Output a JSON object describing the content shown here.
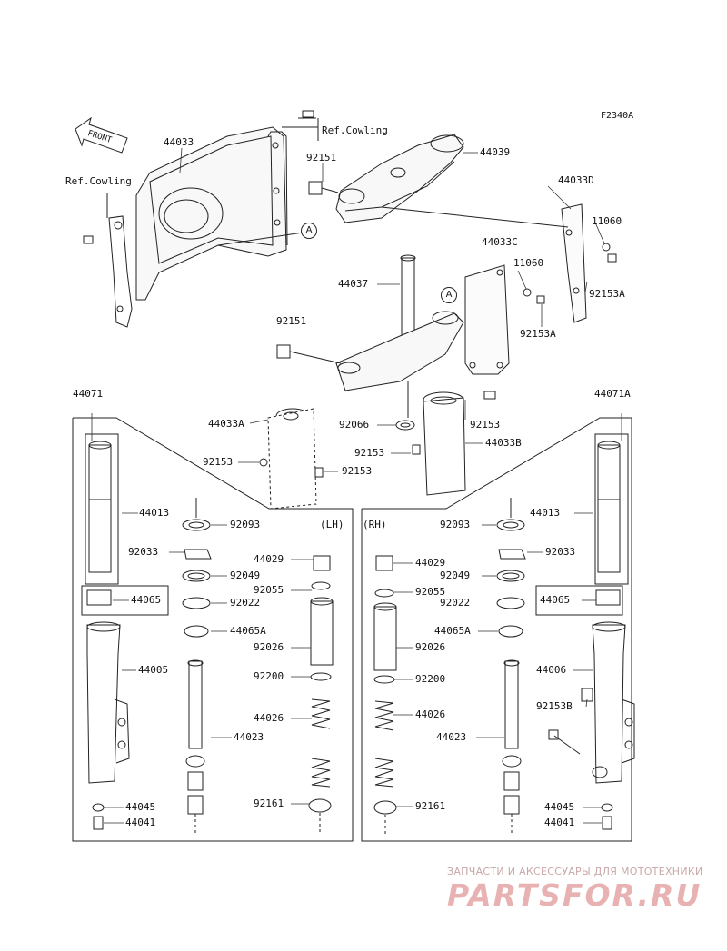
{
  "figure_code": "F2340A",
  "front_label": "FRONT",
  "ref_cowling_1": "Ref.Cowling",
  "ref_cowling_2": "Ref.Cowling",
  "ref_mark": "A",
  "side_lh": "(LH)",
  "side_rh": "(RH)",
  "parts": {
    "p44033": "44033",
    "p92151_top": "92151",
    "p44039": "44039",
    "p44033D": "44033D",
    "p11060_a": "11060",
    "p44033C": "44033C",
    "p11060_b": "11060",
    "p44037": "44037",
    "p92153A_a": "92153A",
    "p92153A_b": "92153A",
    "p92151_mid": "92151",
    "p44071": "44071",
    "p44071A": "44071A",
    "p44033A": "44033A",
    "p92066": "92066",
    "p92153_r": "92153",
    "p92153_c": "92153",
    "p44033B": "44033B",
    "p92153_l": "92153",
    "p92153_b": "92153"
  },
  "lh": {
    "p44013": "44013",
    "p92093": "92093",
    "p92033": "92033",
    "p44029": "44029",
    "p92049": "92049",
    "p92055": "92055",
    "p44065": "44065",
    "p92022": "92022",
    "p44065A": "44065A",
    "p92026": "92026",
    "p44005": "44005",
    "p92200": "92200",
    "p44026": "44026",
    "p44023": "44023",
    "p92161": "92161",
    "p44045": "44045",
    "p44041": "44041"
  },
  "rh": {
    "p92093": "92093",
    "p44013": "44013",
    "p92033": "92033",
    "p44029": "44029",
    "p92049": "92049",
    "p92055": "92055",
    "p92022": "92022",
    "p44065": "44065",
    "p44065A": "44065A",
    "p92026": "92026",
    "p44006": "44006",
    "p92200": "92200",
    "p44026": "44026",
    "p92153B": "92153B",
    "p44023": "44023",
    "p92161": "92161",
    "p44045": "44045",
    "p44041": "44041"
  },
  "watermark": {
    "subtitle": "ЗАПЧАСТИ И АКСЕССУАРЫ ДЛЯ МОТОТЕХНИКИ",
    "logo": "PARTSFOR.RU"
  }
}
